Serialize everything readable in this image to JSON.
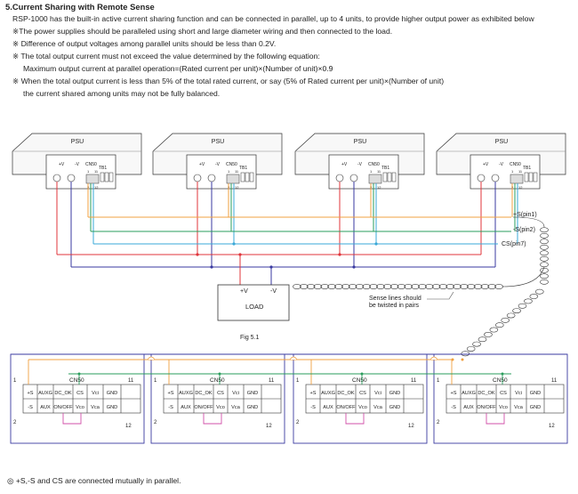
{
  "section_title": "5.Current Sharing with Remote Sense",
  "intro": "RSP-1000 has the built-in active current sharing function and can be connected in parallel, up to 4 units, to provide higher output power as exhibited below",
  "notes": [
    "※The power supplies should be paralleled using short and large diameter wiring and then connected to the load.",
    "※ Difference of output voltages among parallel units should be less than 0.2V.",
    "※ The total output current must not exceed the value determined  by the following equation:",
    "Maximum output current at parallel operation=(Rated current per unit)×(Number of unit)×0.9",
    "※ When the total output current is less than 5% of the total rated current, or say (5% of Rated current per unit)×(Number of unit)",
    "the current shared among units may not be fully balanced."
  ],
  "psu": {
    "label": "PSU",
    "terminals": {
      "plus_v": "+V",
      "minus_v": "-V",
      "cn50": "CN50",
      "tb1": "TB1",
      "pin1": "1",
      "pin11": "11",
      "pin2": "2",
      "pin12": "12"
    },
    "count": 4
  },
  "sense_labels": {
    "plus_s": "+S(pin1)",
    "minus_s": "-S(pin2)",
    "cs": "CS(pin7)"
  },
  "load": {
    "label": "LOAD",
    "plus_v": "+V",
    "minus_v": "-V"
  },
  "twist_note": [
    "Sense lines should",
    "be twisted in pairs"
  ],
  "fig_label": "Fig 5.1",
  "connector": {
    "title": "CN50",
    "pin_first": "1",
    "pin_last": "11",
    "pin_second": "2",
    "pin_end": "12",
    "row1": [
      "+S",
      "AUXG",
      "DC_OK",
      "CS",
      "Vci",
      "GND"
    ],
    "row2": [
      "-S",
      "AUX",
      "ON/OFF",
      "Vco",
      "Vca",
      "GND"
    ]
  },
  "footer_note": "◎ +S,-S and CS are connected mutually in parallel.",
  "colors": {
    "plus_v": "#e0343b",
    "minus_v": "#3a3aa0",
    "plus_s": "#f0a040",
    "minus_s": "#2a9d5c",
    "cs": "#3aa8d8",
    "on_off": "#d14fa8",
    "outline": "#333333"
  }
}
